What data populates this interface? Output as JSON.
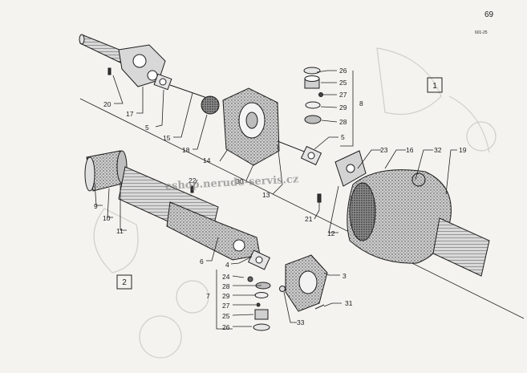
{
  "page": {
    "number": "69",
    "figure_code": "601-25"
  },
  "watermark": "eshop.nerudo-servis.cz",
  "groups": [
    {
      "label": "1"
    },
    {
      "label": "2"
    }
  ],
  "callouts": [
    "26",
    "25",
    "27",
    "29",
    "28",
    "8",
    "20",
    "17",
    "5",
    "15",
    "18",
    "14",
    "30",
    "13",
    "5",
    "23",
    "16",
    "32",
    "19",
    "22",
    "9",
    "10",
    "11",
    "21",
    "12",
    "6",
    "4",
    "24",
    "28",
    "29",
    "27",
    "25",
    "26",
    "7",
    "3",
    "31",
    "33"
  ],
  "colors": {
    "paper": "#f4f3ef",
    "ink": "#1e1e1e",
    "shade": "#9a9a9a"
  }
}
